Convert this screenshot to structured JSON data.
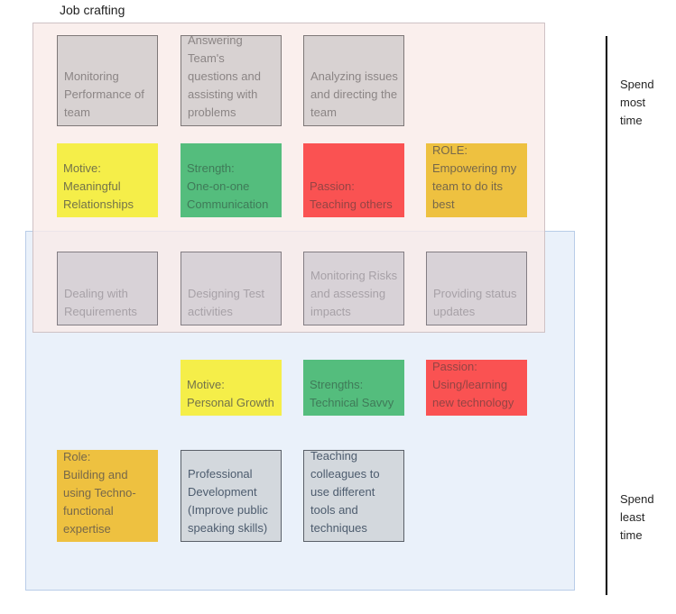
{
  "title": "Job crafting",
  "side_labels": {
    "most": "Spend most time",
    "least": "Spend least time"
  },
  "colors": {
    "yellow": "#f5ee49",
    "green": "#54bd7d",
    "red": "#fa5252",
    "gold": "#eec140",
    "gray_top_fill": "#d8d2d2",
    "gray_middle_fill": "#d8d2d7",
    "gray_bottom_fill": "#d3d8dd",
    "pink_region_fill": "#faf0ef",
    "blue_region_fill": "#eaf1fa",
    "axis_line": "#000000"
  },
  "boxes": [
    {
      "text": "Monitoring\nPerformance of\nteam",
      "type": "task"
    },
    {
      "text": "Answering\nTeam's\nquestions and\nassisting with\nproblems",
      "type": "task"
    },
    {
      "text": "Analyzing issues\nand directing the\nteam",
      "type": "task"
    },
    {
      "text": "Motive:\nMeaningful\nRelationships",
      "type": "motive"
    },
    {
      "text": "Strength:\nOne-on-one\nCommunication",
      "type": "strength"
    },
    {
      "text": "Passion:\nTeaching others",
      "type": "passion"
    },
    {
      "text": "ROLE:\nEmpowering my\nteam to do its\nbest",
      "type": "role"
    },
    {
      "text": "Dealing with\nRequirements",
      "type": "task"
    },
    {
      "text": "Designing Test\nactivities",
      "type": "task"
    },
    {
      "text": "Monitoring Risks\nand assessing\nimpacts",
      "type": "task"
    },
    {
      "text": "Providing status\nupdates",
      "type": "task"
    },
    {
      "text": "Motive:\nPersonal Growth",
      "type": "motive"
    },
    {
      "text": "Strengths:\nTechnical Savvy",
      "type": "strength"
    },
    {
      "text": "Passion:\nUsing/learning\nnew technology",
      "type": "passion"
    },
    {
      "text": "Role:\nBuilding and\nusing Techno-\nfunctional\nexpertise",
      "type": "role"
    },
    {
      "text": "Professional\nDevelopment\n(Improve public\nspeaking skills)",
      "type": "task"
    },
    {
      "text": "Teaching\ncolleagues to\nuse different\ntools and\ntechniques",
      "type": "task"
    }
  ]
}
